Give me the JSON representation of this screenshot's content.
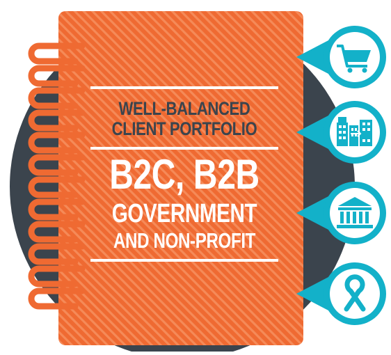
{
  "colors": {
    "orange": "#ef6a32",
    "stripe": "#f58a58",
    "dark": "#3b444d",
    "teal": "#13b1c9",
    "white": "#ffffff"
  },
  "headline": {
    "line1": "WELL-BALANCED",
    "line2": "CLIENT PORTFOLIO",
    "line3": "B2C, B2B",
    "line4": "GOVERNMENT",
    "line5": "AND NON-PROFIT"
  },
  "badges": [
    {
      "icon": "shopping-cart-icon"
    },
    {
      "icon": "office-buildings-icon"
    },
    {
      "icon": "government-building-icon"
    },
    {
      "icon": "awareness-ribbon-icon"
    }
  ]
}
